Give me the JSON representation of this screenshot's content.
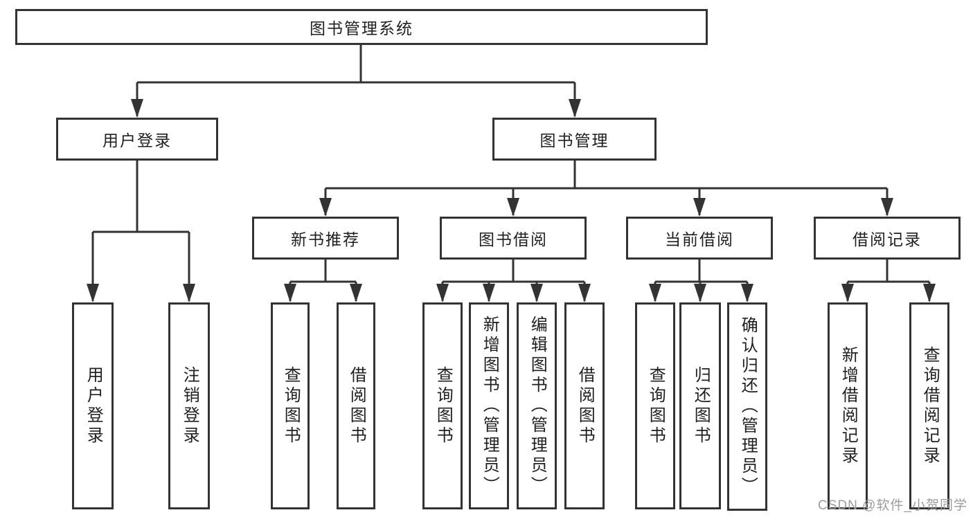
{
  "diagram": {
    "type": "tree",
    "title": "图书管理系统"
  },
  "colors": {
    "line": "#333333",
    "box_border": "#333333",
    "text": "#1f1f1f",
    "watermark": "#9c9c9c",
    "background": "#ffffff"
  },
  "watermark": {
    "text": "CSDN @软件_小贺同学"
  },
  "tree": {
    "root": {
      "label": "图书管理系统",
      "children": [
        {
          "label": "用户登录",
          "children": [
            {
              "label": "用户登录"
            },
            {
              "label": "注销登录"
            }
          ]
        },
        {
          "label": "图书管理",
          "children": [
            {
              "label": "新书推荐",
              "children": [
                {
                  "label": "查询图书"
                },
                {
                  "label": "借阅图书"
                }
              ]
            },
            {
              "label": "图书借阅",
              "children": [
                {
                  "label": "查询图书"
                },
                {
                  "label": "新增图书（管理员）"
                },
                {
                  "label": "编辑图书（管理员）"
                },
                {
                  "label": "借阅图书"
                }
              ]
            },
            {
              "label": "当前借阅",
              "children": [
                {
                  "label": "查询图书"
                },
                {
                  "label": "归还图书"
                },
                {
                  "label": "确认归还（管理员）"
                }
              ]
            },
            {
              "label": "借阅记录",
              "children": [
                {
                  "label": "新增借阅记录"
                },
                {
                  "label": "查询借阅记录"
                }
              ]
            }
          ]
        }
      ]
    }
  }
}
